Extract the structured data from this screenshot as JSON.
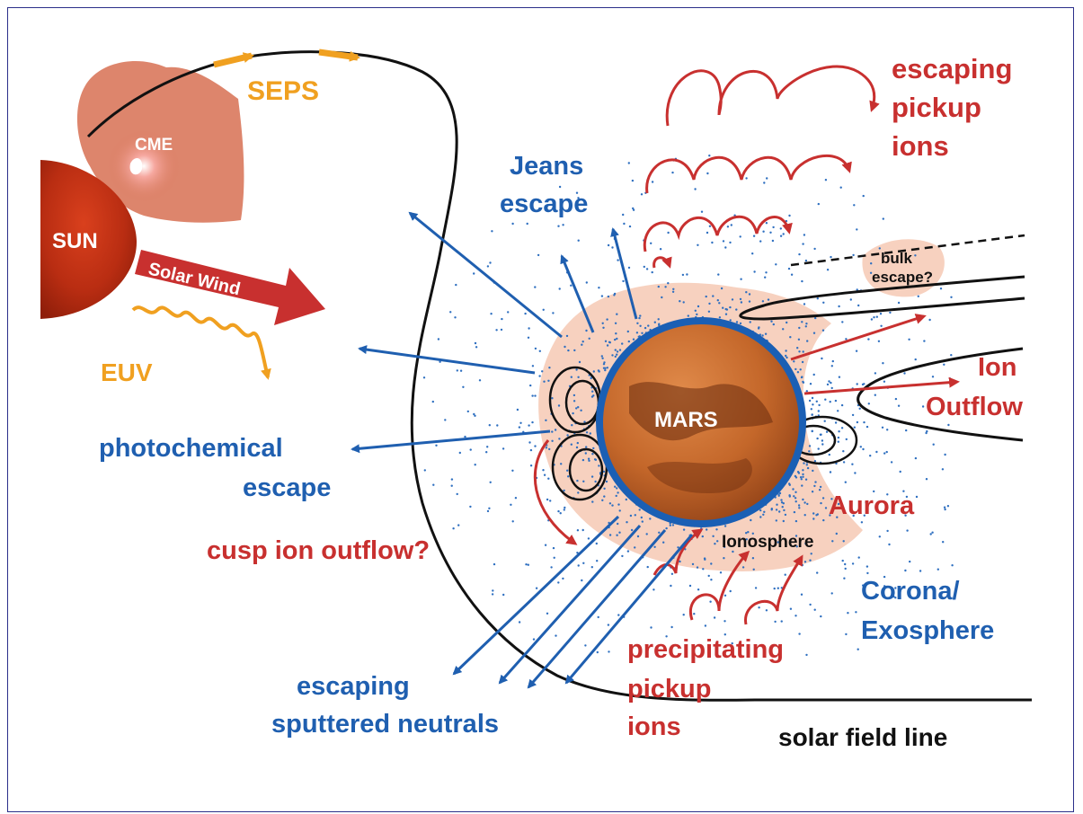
{
  "colors": {
    "escape_blue": "#1f5fb0",
    "ion_red": "#c8302f",
    "solar_orange": "#f0a020",
    "mars_orange": "#c4672a",
    "ionosphere_pink": "#f6c9b4",
    "frame": "#2b2f8a"
  },
  "labels": {
    "sun": "SUN",
    "cme": "CME",
    "seps": "SEPS",
    "solar_wind": "Solar Wind",
    "euv": "EUV",
    "jeans_escape": [
      "Jeans",
      "escape"
    ],
    "photochemical_escape": [
      "photochemical",
      "escape"
    ],
    "cusp_ion_outflow": "cusp ion outflow?",
    "escaping_sputtered_neutrals": [
      "escaping",
      "sputtered neutrals"
    ],
    "escaping_pickup_ions": [
      "escaping",
      "pickup",
      "ions"
    ],
    "bulk_escape": [
      "bulk",
      "escape?"
    ],
    "ion_outflow": [
      "Ion",
      "Outflow"
    ],
    "mars": "MARS",
    "aurora": "Aurora",
    "ionosphere": "Ionosphere",
    "corona_exosphere": [
      "Corona/",
      "Exosphere"
    ],
    "precipitating_pickup_ions": [
      "precipitating",
      "pickup",
      "ions"
    ],
    "solar_field_line": "solar field line"
  }
}
